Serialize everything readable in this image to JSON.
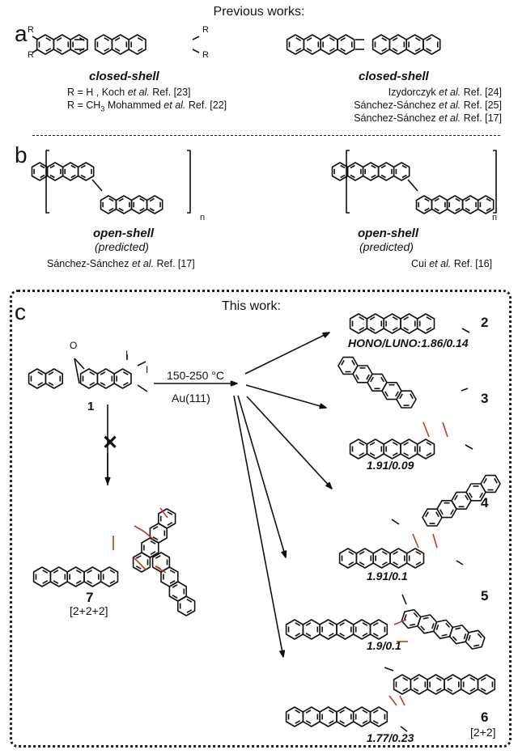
{
  "header": {
    "title": "Previous works:"
  },
  "panel_a": {
    "letter": "a",
    "left": {
      "shell": "closed-shell",
      "refs": [
        {
          "pre": "R = H , Koch ",
          "etal": "et al.",
          "post": " Ref. [23]"
        },
        {
          "pre": "R = CH",
          "sub": "3",
          "pre2": " Mohammed ",
          "etal": "et al.",
          "post": " Ref. [22]"
        }
      ],
      "substituent": "R"
    },
    "right": {
      "shell": "closed-shell",
      "refs": [
        {
          "pre": "Izydorczyk ",
          "etal": "et al.",
          "post": " Ref. [24]"
        },
        {
          "pre": "Sánchez-Sánchez ",
          "etal": "et al.",
          "post": " Ref. [25]"
        },
        {
          "pre": "Sánchez-Sánchez ",
          "etal": "et al.",
          "post": " Ref. [17]"
        }
      ]
    }
  },
  "panel_b": {
    "letter": "b",
    "left": {
      "shell": "open-shell",
      "predicted": "(predicted)",
      "ref": {
        "pre": "Sánchez-Sánchez ",
        "etal": "et al.",
        "post": " Ref. [17]"
      },
      "repeat": "n"
    },
    "right": {
      "shell": "open-shell",
      "predicted": "(predicted)",
      "ref": {
        "pre": "Cui ",
        "etal": "et al.",
        "post": " Ref. [16]"
      },
      "repeat": "n"
    }
  },
  "panel_c": {
    "letter": "c",
    "title": "This work:",
    "reactant": {
      "label": "1",
      "oxygen": "O",
      "iodine": "I"
    },
    "conditions": {
      "temperature": "150-250 °C",
      "substrate": "Au(111)"
    },
    "blocked_mark": "✕",
    "products": [
      {
        "label": "2",
        "value": "HONO/LUNO:1.86/0.14"
      },
      {
        "label": "3",
        "value": "1.91/0.09"
      },
      {
        "label": "4",
        "value": "1.91/0.1"
      },
      {
        "label": "5",
        "value": "1.9/0.1"
      },
      {
        "label": "6",
        "value": "1.77/0.23",
        "cycloaddition": "[2+2]"
      }
    ],
    "side_product": {
      "label": "7",
      "cycloaddition": "[2+2+2]"
    }
  },
  "colors": {
    "new_bond": "#c0392b",
    "ink": "#111111"
  }
}
